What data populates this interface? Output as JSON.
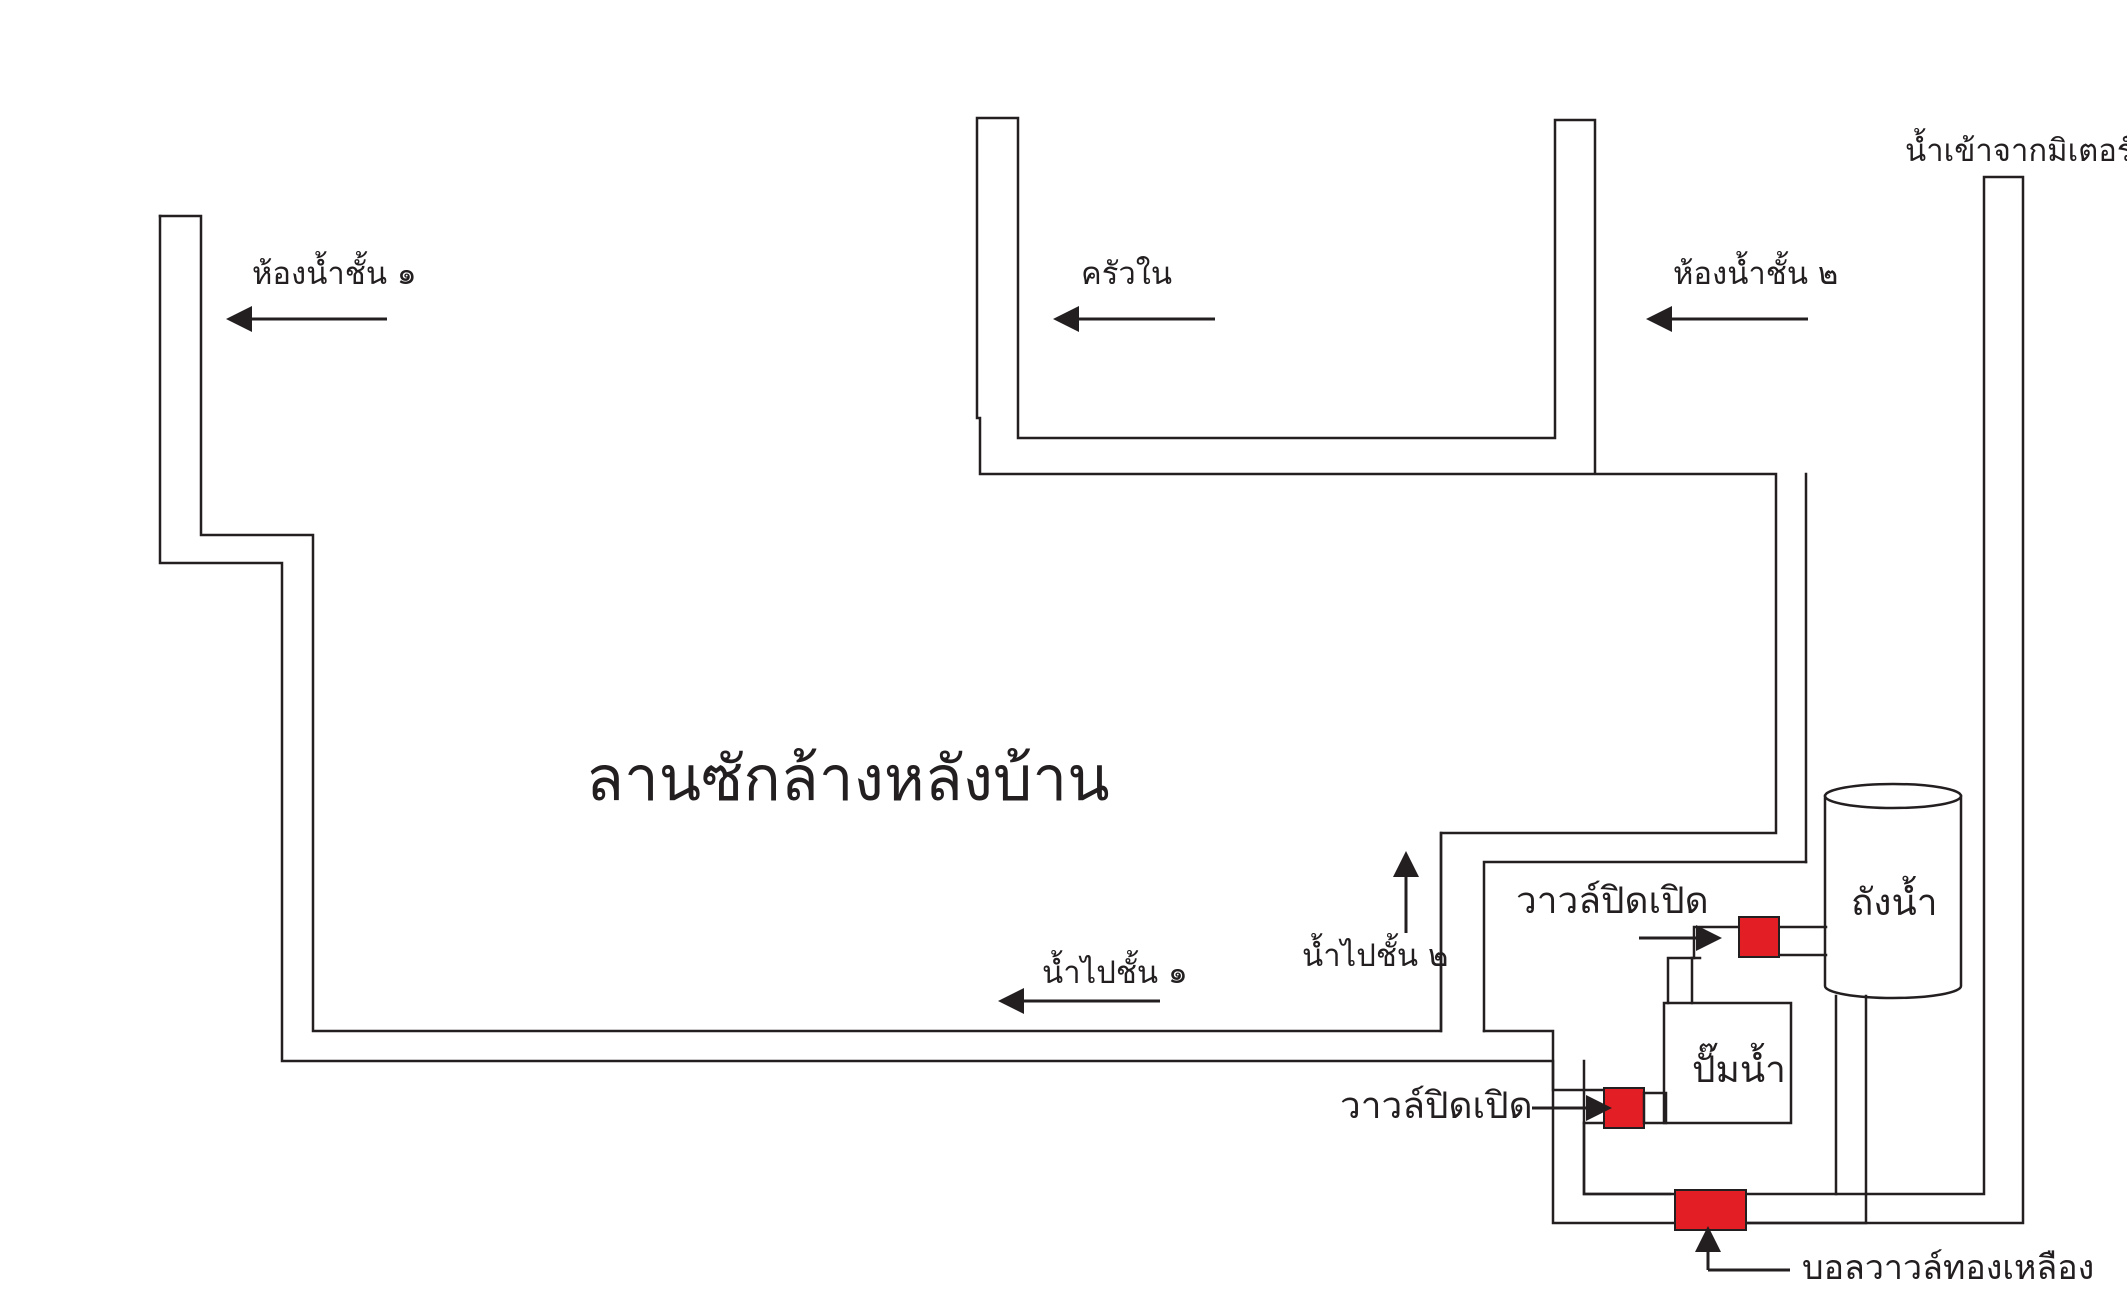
{
  "diagram": {
    "area_label": "ลานซักล้างหลังบ้าน",
    "labels": {
      "bathroom_floor1": "ห้องน้ำชั้น ๑",
      "kitchen": "ครัวใน",
      "bathroom_floor2": "ห้องน้ำชั้น ๒",
      "meter_inlet": "น้ำเข้าจากมิเตอร์",
      "water_to_floor1": "น้ำไปชั้น ๑",
      "water_to_floor2": "น้ำไปชั้น ๒",
      "valve_upper": "วาวล์ปิดเปิด",
      "valve_lower": "วาวล์ปิดเปิด",
      "tank": "ถังน้ำ",
      "pump": "ปั๊มน้ำ",
      "ball_valve": "บอลวาวล์ทองเหลือง"
    },
    "colors": {
      "pipe": "#231f20",
      "valve": "#e31e24",
      "background": "#ffffff"
    }
  }
}
